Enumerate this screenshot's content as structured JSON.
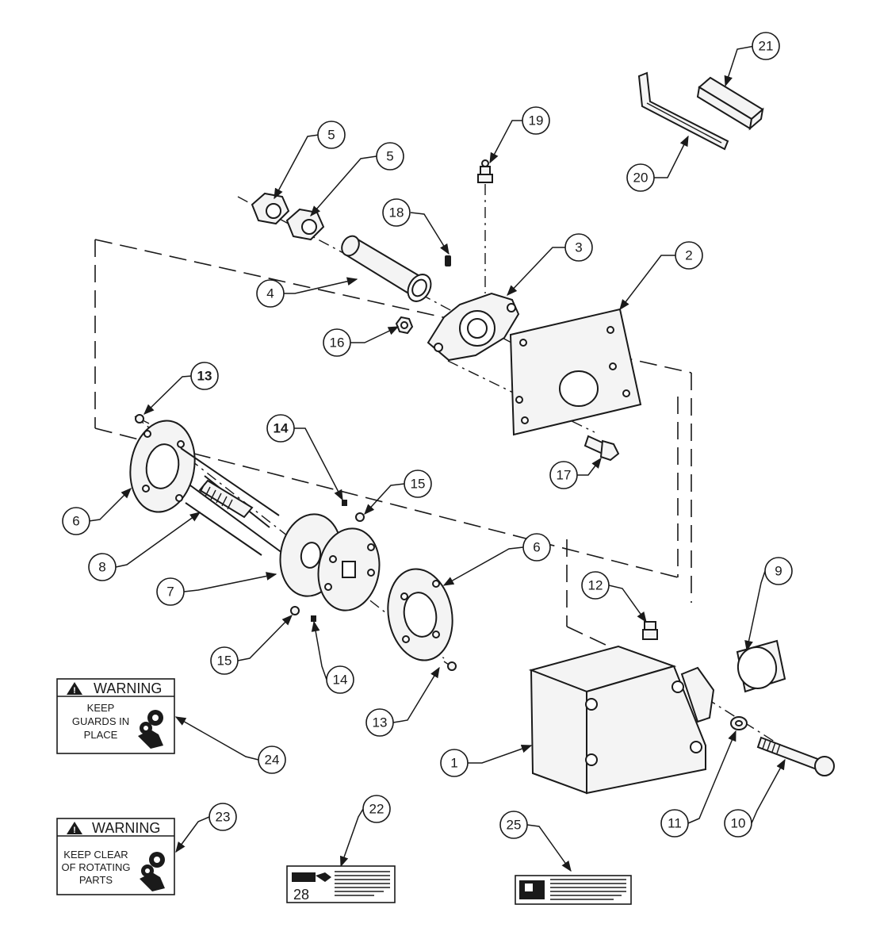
{
  "callouts": [
    {
      "id": "c21",
      "label": "21"
    },
    {
      "id": "c19",
      "label": "19"
    },
    {
      "id": "c20",
      "label": "20"
    },
    {
      "id": "c5a",
      "label": "5"
    },
    {
      "id": "c5b",
      "label": "5"
    },
    {
      "id": "c18",
      "label": "18"
    },
    {
      "id": "c3",
      "label": "3"
    },
    {
      "id": "c2",
      "label": "2"
    },
    {
      "id": "c4",
      "label": "4"
    },
    {
      "id": "c16",
      "label": "16"
    },
    {
      "id": "c13a",
      "label": "13"
    },
    {
      "id": "c14a",
      "label": "14"
    },
    {
      "id": "c15a",
      "label": "15"
    },
    {
      "id": "c17",
      "label": "17"
    },
    {
      "id": "c6a",
      "label": "6"
    },
    {
      "id": "c6b",
      "label": "6"
    },
    {
      "id": "c8",
      "label": "8"
    },
    {
      "id": "c7",
      "label": "7"
    },
    {
      "id": "c9",
      "label": "9"
    },
    {
      "id": "c12",
      "label": "12"
    },
    {
      "id": "c15b",
      "label": "15"
    },
    {
      "id": "c14b",
      "label": "14"
    },
    {
      "id": "c13b",
      "label": "13"
    },
    {
      "id": "c1",
      "label": "1"
    },
    {
      "id": "c24",
      "label": "24"
    },
    {
      "id": "c23",
      "label": "23"
    },
    {
      "id": "c22",
      "label": "22"
    },
    {
      "id": "c25",
      "label": "25"
    },
    {
      "id": "c11",
      "label": "11"
    },
    {
      "id": "c10",
      "label": "10"
    }
  ],
  "decals": {
    "guards": {
      "heading": "WARNING",
      "line1": "KEEP",
      "line2": "GUARDS IN",
      "line3": "PLACE"
    },
    "rotating": {
      "heading": "WARNING",
      "line1": "KEEP CLEAR",
      "line2": "OF ROTATING",
      "line3": "PARTS"
    },
    "grease": {
      "number": "28"
    },
    "service": {}
  },
  "colors": {
    "ink": "#1a1a1a",
    "paper": "#ffffff",
    "part_fill": "#f4f4f4"
  }
}
